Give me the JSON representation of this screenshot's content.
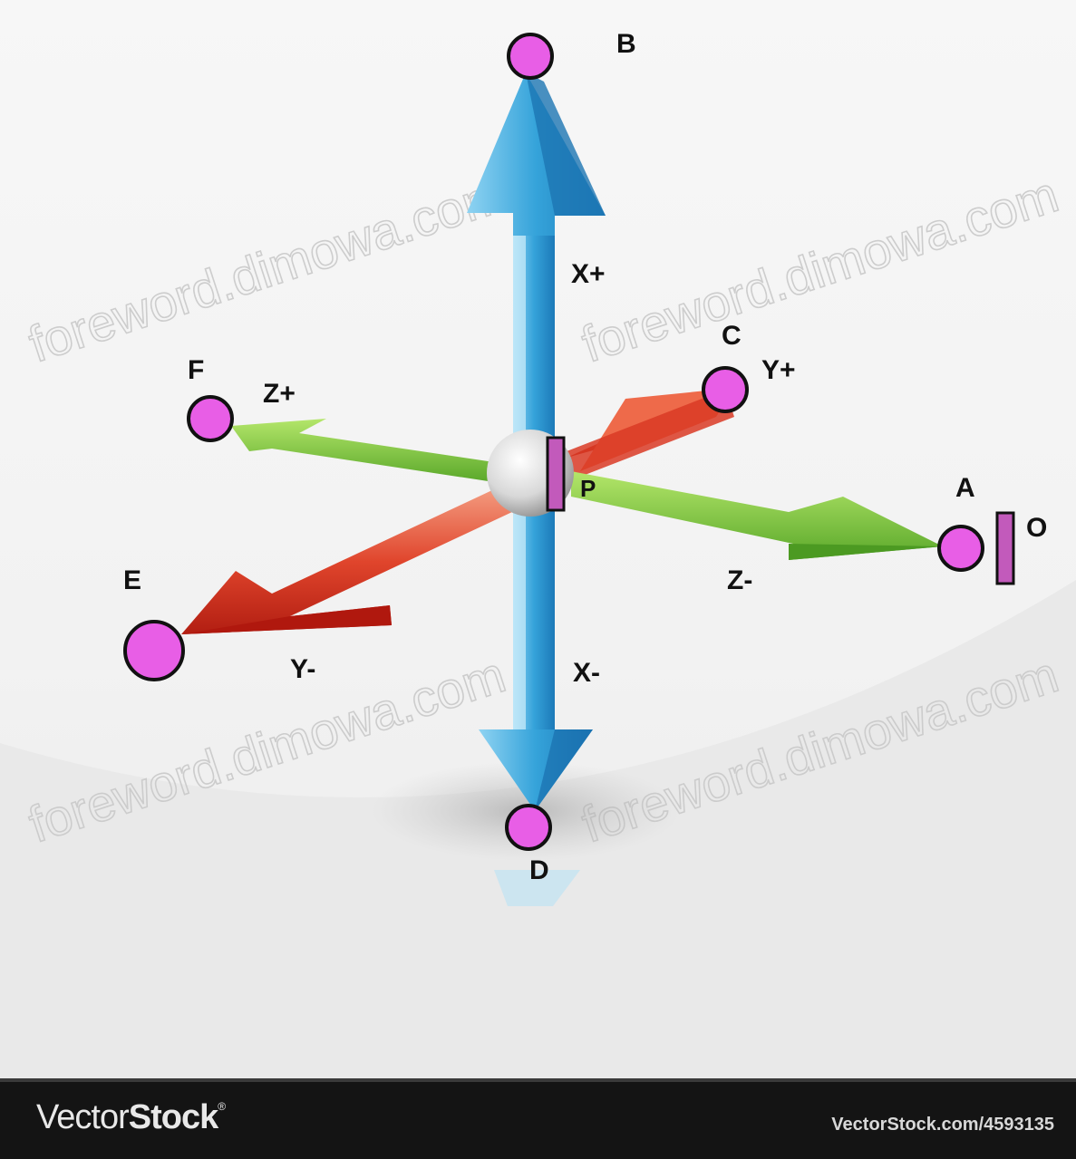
{
  "diagram": {
    "points": {
      "A": "A",
      "B": "B",
      "C": "C",
      "D": "D",
      "E": "E",
      "F": "F",
      "O": "O",
      "P": "P"
    },
    "axes": {
      "x_plus": "X+",
      "x_minus": "X-",
      "y_plus": "Y+",
      "y_minus": "Y-",
      "z_plus": "Z+",
      "z_minus": "Z-"
    },
    "colors": {
      "x_axis": "#3aa6dc",
      "y_axis": "#d23a26",
      "z_axis": "#7cc63a",
      "point": "#e85ee6",
      "point_outline": "#111111"
    }
  },
  "watermark": {
    "text": "foreword.dimowa.com"
  },
  "footer": {
    "brand_light": "Vector",
    "brand_bold": "Stock",
    "brand_mark": "®",
    "url": "VectorStock.com/4593135"
  }
}
